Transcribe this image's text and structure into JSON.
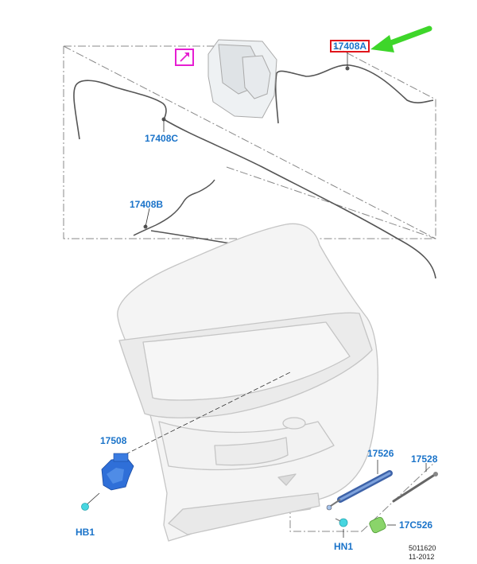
{
  "callouts": {
    "c17408A": "17408A",
    "c17408C": "17408C",
    "c17408B": "17408B",
    "c17508": "17508",
    "cHB1": "HB1",
    "c17526": "17526",
    "c17528": "17528",
    "c17C526": "17C526",
    "cHN1": "HN1"
  },
  "doc_ref": {
    "number": "5011620",
    "date": "11-2012"
  },
  "colors": {
    "callout_text": "#1a73c9",
    "highlight_box": "#e0161c",
    "pointer_arrow": "#3ed62a",
    "magenta_box": "#e61ed2",
    "motor_blue": "#2f6fd8",
    "strut_blue": "#5a86c8",
    "clip_cyan": "#47d6e0",
    "cap_green": "#8ad46a"
  },
  "icons": {
    "pointer": "green-arrow-icon",
    "external_link": "magenta-arrow-box-icon"
  }
}
